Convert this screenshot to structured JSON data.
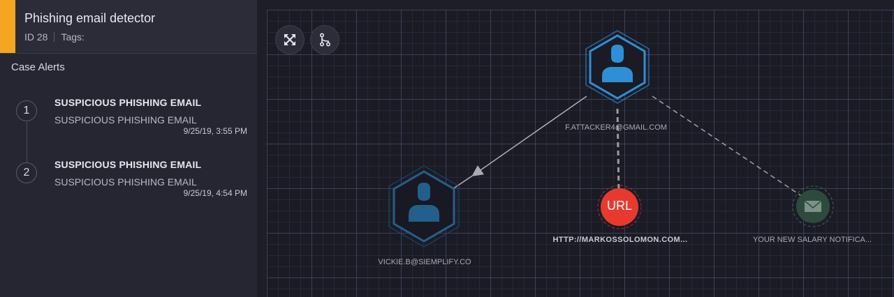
{
  "case": {
    "title": "Phishing email detector",
    "id_label": "ID 28",
    "tags_label": "Tags:"
  },
  "alerts_section": {
    "title": "Case Alerts",
    "items": [
      {
        "number": "1",
        "title": "SUSPICIOUS PHISHING EMAIL",
        "subtitle": "SUSPICIOUS PHISHING EMAIL",
        "time": "9/25/19, 3:55 PM"
      },
      {
        "number": "2",
        "title": "SUSPICIOUS PHISHING EMAIL",
        "subtitle": "SUSPICIOUS PHISHING EMAIL",
        "time": "9/25/19, 4:54 PM"
      }
    ]
  },
  "graph": {
    "toolbar": {
      "expand_icon": "expand-arrows-icon",
      "tree_icon": "tree-hierarchy-icon"
    },
    "nodes": {
      "attacker": {
        "label": "F.ATTACKER4@GMAIL.COM",
        "icon": "user-icon",
        "color": "#2f8fd6"
      },
      "victim": {
        "label": "VICKIE.B@SIEMPLIFY.CO",
        "icon": "user-icon",
        "color": "#235f8c"
      },
      "url": {
        "label": "HTTP://MARKOSSOLOMON.COM...",
        "badge": "URL",
        "color": "#e8392f"
      },
      "email": {
        "label": "YOUR NEW SALARY NOTIFICA...",
        "icon": "envelope-icon",
        "color": "#3a5a4c"
      }
    }
  }
}
